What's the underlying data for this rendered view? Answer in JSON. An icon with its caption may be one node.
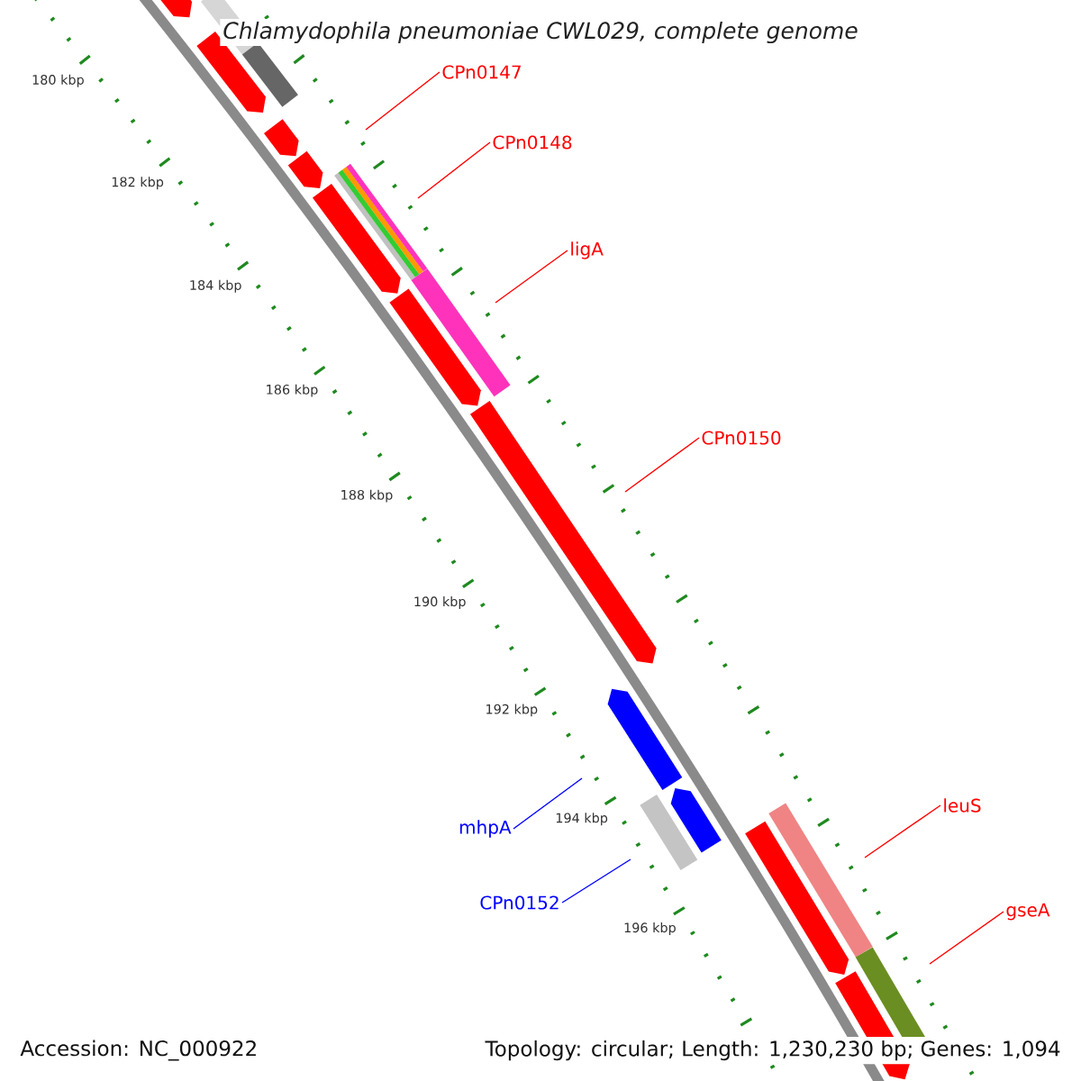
{
  "diagram": {
    "title": "Chlamydophila pneumoniae CWL029, complete genome",
    "nodes": [
      {
        "text": [
          "CPn0147"
        ]
      },
      {
        "text": [
          "CPn0148"
        ]
      },
      {
        "text": [
          "ligA"
        ]
      },
      {
        "text": [
          "CPn0150"
        ]
      },
      {
        "text": [
          "mhpA"
        ]
      },
      {
        "text": [
          "CPn0152"
        ]
      },
      {
        "text": [
          "leuS"
        ]
      },
      {
        "text": [
          "gseA"
        ]
      }
    ],
    "edges": [
      {
        "from": 0,
        "to": null,
        "arrow": "none"
      },
      {
        "from": 1,
        "to": null,
        "arrow": "none"
      },
      {
        "from": 2,
        "to": null,
        "arrow": "none"
      },
      {
        "from": 3,
        "to": null,
        "arrow": "none"
      },
      {
        "from": 4,
        "to": null,
        "arrow": "none",
        "color": "#0000ff"
      },
      {
        "from": 5,
        "to": null,
        "arrow": "none",
        "color": "#0000ff"
      },
      {
        "from": 6,
        "to": null,
        "arrow": "none"
      },
      {
        "from": 7,
        "to": null,
        "arrow": "none"
      }
    ],
    "labels": [
      "180 kbp",
      "182 kbp",
      "184 kbp",
      "186 kbp",
      "188 kbp",
      "190 kbp",
      "192 kbp",
      "194 kbp",
      "196 kbp",
      "Accession: NC_000922",
      "Topology: circular; Length: 1,230,230 bp; Genes: 1,094"
    ]
  }
}
